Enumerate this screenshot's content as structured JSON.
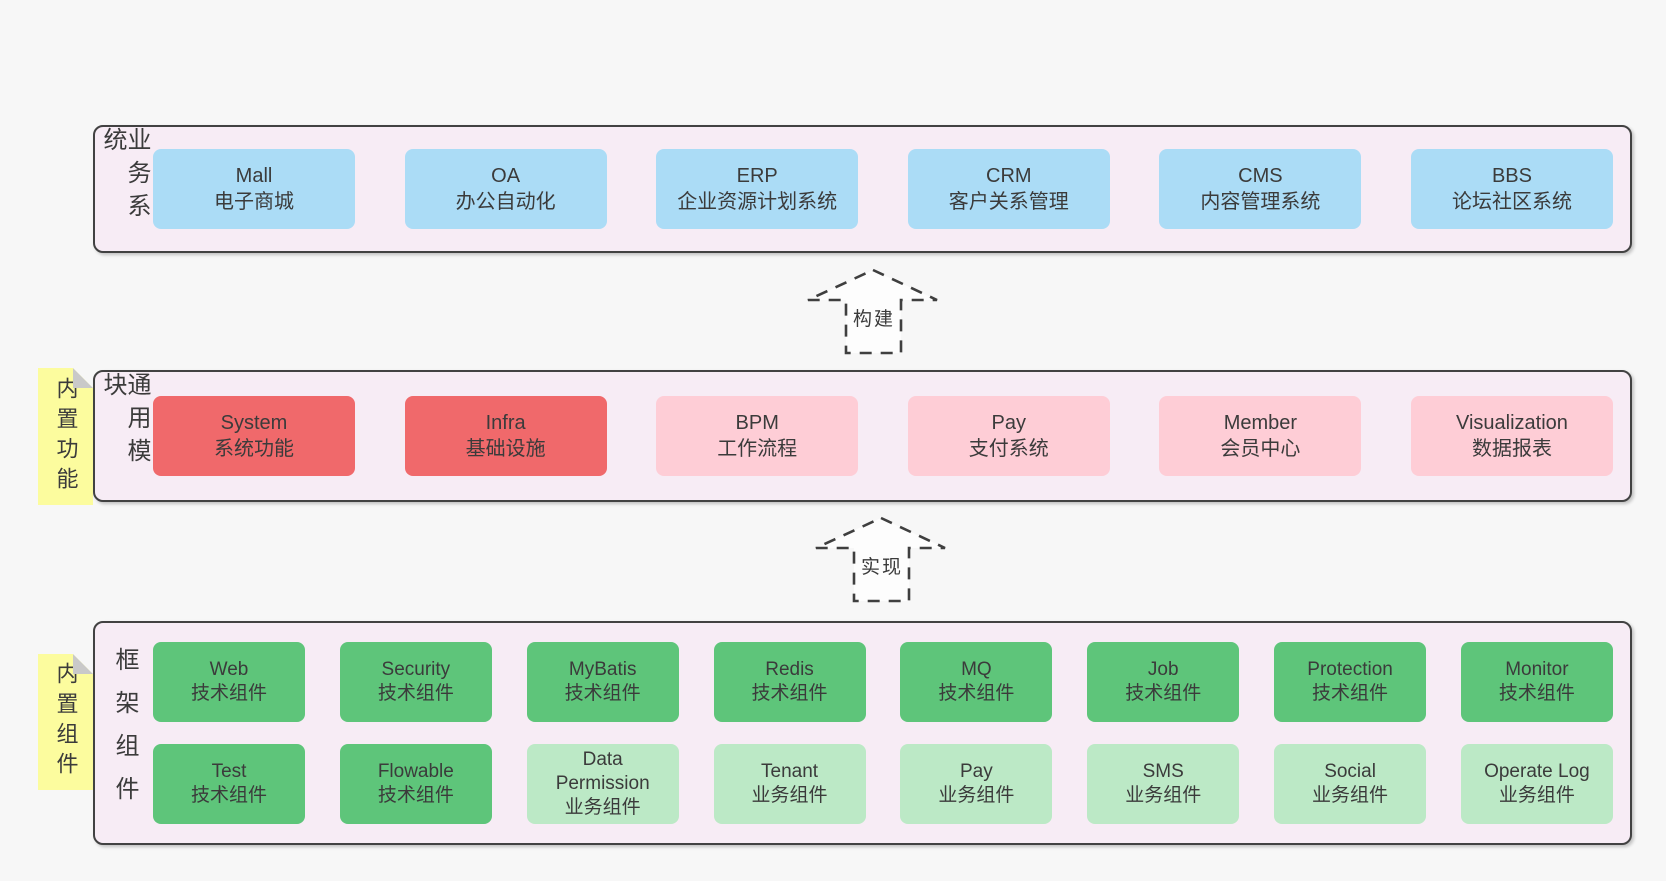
{
  "colors": {
    "page_bg": "#f7f7f7",
    "panel_bg": "#f7ecf5",
    "panel_border": "#424242",
    "blue": "#abdcf6",
    "red": "#f0696b",
    "pink": "#fecdd6",
    "green_dark": "#5ec57a",
    "green_light": "#bce9c6",
    "note_yellow": "#fcfc9e",
    "note_fold": "#c9c9c9",
    "arrow_fill": "#fdfdfd",
    "arrow_stroke": "#3f3f3f",
    "text": "#3b3b3b"
  },
  "panels": {
    "business": {
      "label": "业务系统",
      "boxes": [
        {
          "title": "Mall",
          "subtitle": "电子商城",
          "color": "blue"
        },
        {
          "title": "OA",
          "subtitle": "办公自动化",
          "color": "blue"
        },
        {
          "title": "ERP",
          "subtitle": "企业资源计划系统",
          "color": "blue"
        },
        {
          "title": "CRM",
          "subtitle": "客户关系管理",
          "color": "blue"
        },
        {
          "title": "CMS",
          "subtitle": "内容管理系统",
          "color": "blue"
        },
        {
          "title": "BBS",
          "subtitle": "论坛社区系统",
          "color": "blue"
        }
      ]
    },
    "modules": {
      "label": "通用模块",
      "note": "内置功能",
      "boxes": [
        {
          "title": "System",
          "subtitle": "系统功能",
          "color": "red"
        },
        {
          "title": "Infra",
          "subtitle": "基础设施",
          "color": "red"
        },
        {
          "title": "BPM",
          "subtitle": "工作流程",
          "color": "pink"
        },
        {
          "title": "Pay",
          "subtitle": "支付系统",
          "color": "pink"
        },
        {
          "title": "Member",
          "subtitle": "会员中心",
          "color": "pink"
        },
        {
          "title": "Visualization",
          "subtitle": "数据报表",
          "color": "pink"
        }
      ]
    },
    "framework": {
      "label": "框架组件",
      "note": "内置组件",
      "rows": [
        [
          {
            "title": "Web",
            "subtitle": "技术组件",
            "color": "green-dark"
          },
          {
            "title": "Security",
            "subtitle": "技术组件",
            "color": "green-dark"
          },
          {
            "title": "MyBatis",
            "subtitle": "技术组件",
            "color": "green-dark"
          },
          {
            "title": "Redis",
            "subtitle": "技术组件",
            "color": "green-dark"
          },
          {
            "title": "MQ",
            "subtitle": "技术组件",
            "color": "green-dark"
          },
          {
            "title": "Job",
            "subtitle": "技术组件",
            "color": "green-dark"
          },
          {
            "title": "Protection",
            "subtitle": "技术组件",
            "color": "green-dark"
          },
          {
            "title": "Monitor",
            "subtitle": "技术组件",
            "color": "green-dark"
          }
        ],
        [
          {
            "title": "Test",
            "subtitle": "技术组件",
            "color": "green-dark"
          },
          {
            "title": "Flowable",
            "subtitle": "技术组件",
            "color": "green-dark"
          },
          {
            "title": "Data Permission",
            "subtitle": "业务组件",
            "color": "green-light"
          },
          {
            "title": "Tenant",
            "subtitle": "业务组件",
            "color": "green-light"
          },
          {
            "title": "Pay",
            "subtitle": "业务组件",
            "color": "green-light"
          },
          {
            "title": "SMS",
            "subtitle": "业务组件",
            "color": "green-light"
          },
          {
            "title": "Social",
            "subtitle": "业务组件",
            "color": "green-light"
          },
          {
            "title": "Operate Log",
            "subtitle": "业务组件",
            "color": "green-light"
          }
        ]
      ]
    }
  },
  "arrows": [
    {
      "label": "构建"
    },
    {
      "label": "实现"
    }
  ]
}
